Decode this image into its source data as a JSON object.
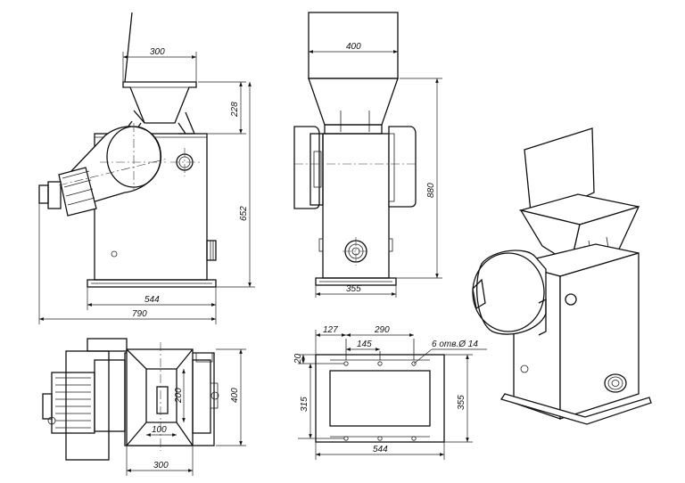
{
  "views": {
    "front": {
      "dim_hopper_width": "300",
      "dim_hopper_height": "228",
      "dim_body_height": "652",
      "dim_base_width": "544",
      "dim_total_width": "790"
    },
    "side": {
      "dim_hopper_width": "400",
      "dim_total_height": "880",
      "dim_base_width": "355"
    },
    "top": {
      "dim_depth": "400",
      "dim_inner": "200",
      "dim_slot": "100",
      "dim_width": "300"
    },
    "base": {
      "dim_127": "127",
      "dim_290": "290",
      "dim_145": "145",
      "dim_20": "20",
      "dim_315": "315",
      "dim_355": "355",
      "dim_544": "544",
      "holes_note": "6 отв.Ø 14"
    }
  }
}
